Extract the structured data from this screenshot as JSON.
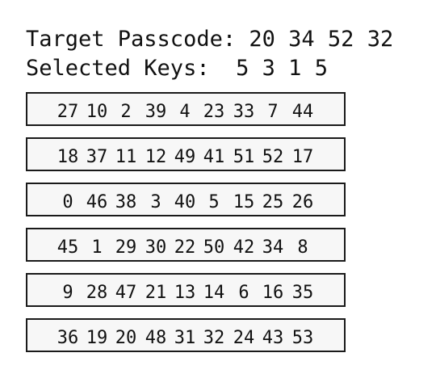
{
  "header": {
    "target_label": "Target Passcode:",
    "target_codes": [
      "20",
      "34",
      "52",
      "32"
    ],
    "selected_label": "Selected Keys:",
    "selected_keys": [
      "5",
      "3",
      "1",
      "5"
    ]
  },
  "rows": [
    [
      "27",
      "10",
      "2",
      "39",
      "4",
      "23",
      "33",
      "7",
      "44"
    ],
    [
      "18",
      "37",
      "11",
      "12",
      "49",
      "41",
      "51",
      "52",
      "17"
    ],
    [
      "0",
      "46",
      "38",
      "3",
      "40",
      "5",
      "15",
      "25",
      "26"
    ],
    [
      "45",
      "1",
      "29",
      "30",
      "22",
      "50",
      "42",
      "34",
      "8"
    ],
    [
      "9",
      "28",
      "47",
      "21",
      "13",
      "14",
      "6",
      "16",
      "35"
    ],
    [
      "36",
      "19",
      "20",
      "48",
      "31",
      "32",
      "24",
      "43",
      "53"
    ]
  ]
}
